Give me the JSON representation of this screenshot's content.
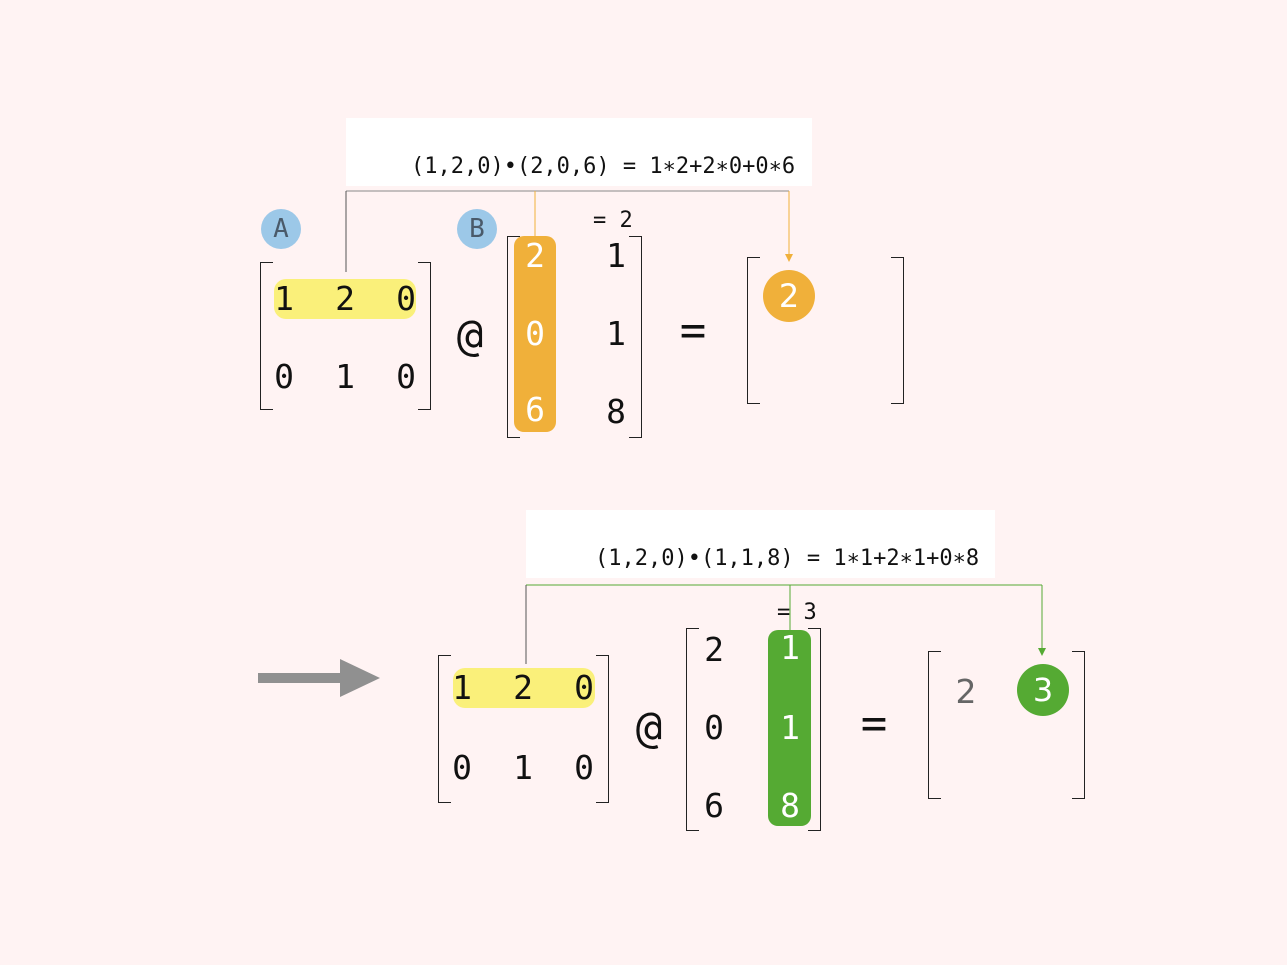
{
  "colors": {
    "background": "#fff3f3",
    "row_highlight": "#faf07a",
    "step1_accent": "#f0b03a",
    "step2_accent": "#55aa33",
    "label_badge": "#9cc8e8",
    "arrow": "#909090"
  },
  "step1": {
    "formula_line1": "(1,2,0)•(2,0,6) = 1∗2+2∗0+0∗6",
    "formula_line2": "= 2",
    "label_a": "A",
    "label_b": "B",
    "matrix_a": [
      [
        "1",
        "2",
        "0"
      ],
      [
        "0",
        "1",
        "0"
      ]
    ],
    "matrix_b": [
      [
        "2",
        "1"
      ],
      [
        "0",
        "1"
      ],
      [
        "6",
        "8"
      ]
    ],
    "op_matmul": "@",
    "op_equals": "=",
    "result": "2"
  },
  "step2": {
    "formula_line1": "(1,2,0)•(1,1,8) = 1∗1+2∗1+0∗8",
    "formula_line2": "= 3",
    "matrix_a": [
      [
        "1",
        "2",
        "0"
      ],
      [
        "0",
        "1",
        "0"
      ]
    ],
    "matrix_b": [
      [
        "2",
        "1"
      ],
      [
        "0",
        "1"
      ],
      [
        "6",
        "8"
      ]
    ],
    "op_matmul": "@",
    "op_equals": "=",
    "previous_result": "2",
    "result": "3"
  },
  "arrow_icon": "right-arrow-icon"
}
